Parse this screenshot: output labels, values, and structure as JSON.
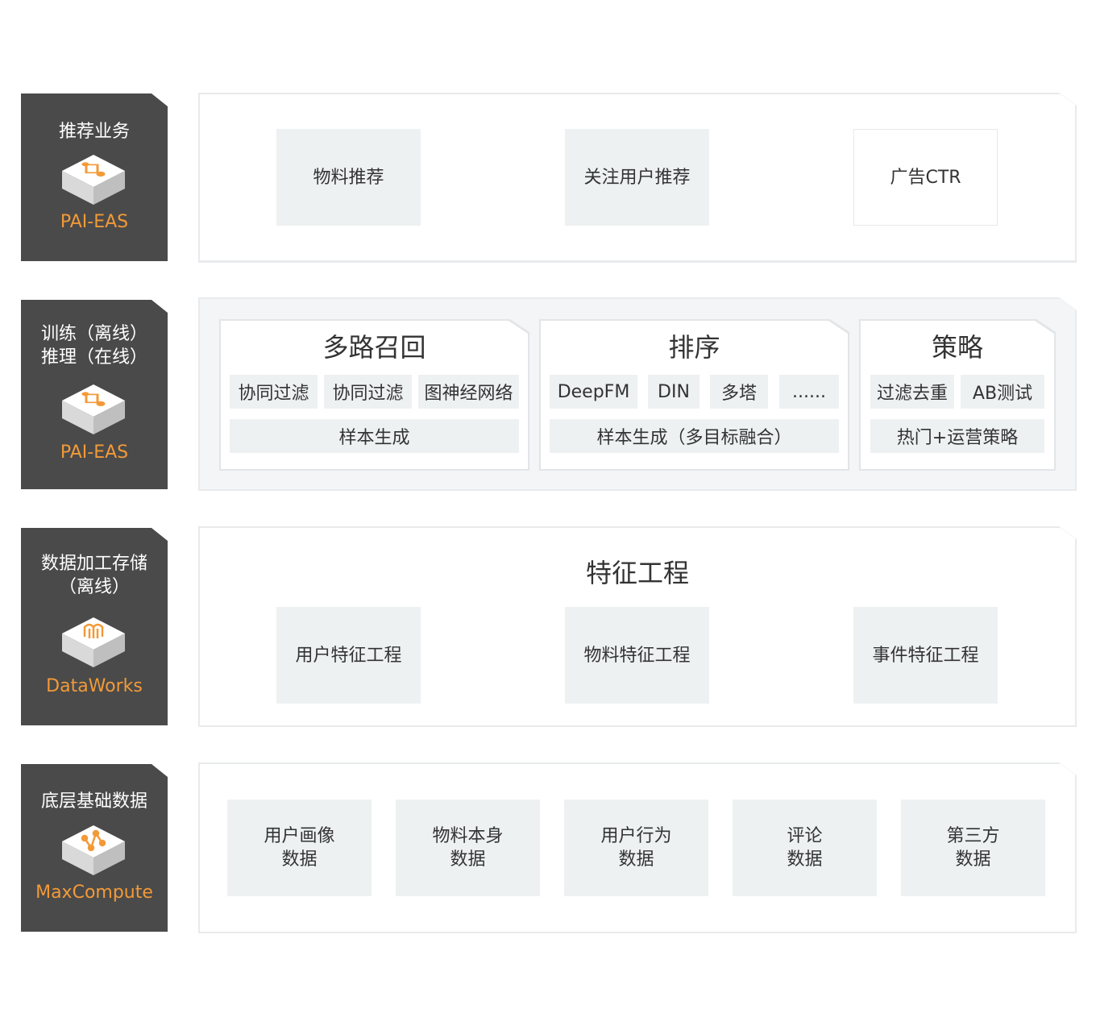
{
  "layers": [
    {
      "title_lines": [
        "推荐业务"
      ],
      "product": "PAI-EAS",
      "icon": "pai-eas-cube-icon",
      "items": [
        "物料推荐",
        "关注用户推荐",
        "广告CTR"
      ]
    },
    {
      "title_lines": [
        "训练（离线）",
        "推理（在线）"
      ],
      "product": "PAI-EAS",
      "icon": "pai-eas-cube-icon",
      "cards": [
        {
          "title": "多路召回",
          "chips": [
            "协同过滤",
            "协同过滤",
            "图神经网络"
          ],
          "bar": "样本生成"
        },
        {
          "title": "排序",
          "chips": [
            "DeepFM",
            "DIN",
            "多塔",
            "......"
          ],
          "bar": "样本生成（多目标融合）"
        },
        {
          "title": "策略",
          "chips": [
            "过滤去重",
            "AB测试"
          ],
          "bar": "热门+运营策略"
        }
      ]
    },
    {
      "title_lines": [
        "数据加工存储",
        "（离线）"
      ],
      "product": "DataWorks",
      "icon": "dataworks-cube-icon",
      "section_title": "特征工程",
      "items": [
        "用户特征工程",
        "物料特征工程",
        "事件特征工程"
      ]
    },
    {
      "title_lines": [
        "底层基础数据"
      ],
      "product": "MaxCompute",
      "icon": "maxcompute-cube-icon",
      "items": [
        [
          "用户画像",
          "数据"
        ],
        [
          "物料本身",
          "数据"
        ],
        [
          "用户行为",
          "数据"
        ],
        [
          "评论",
          "数据"
        ],
        [
          "第三方",
          "数据"
        ]
      ]
    }
  ],
  "colors": {
    "side_bg": "#4a4a4a",
    "product": "#f29a38",
    "box_bg": "#eef1f2"
  }
}
